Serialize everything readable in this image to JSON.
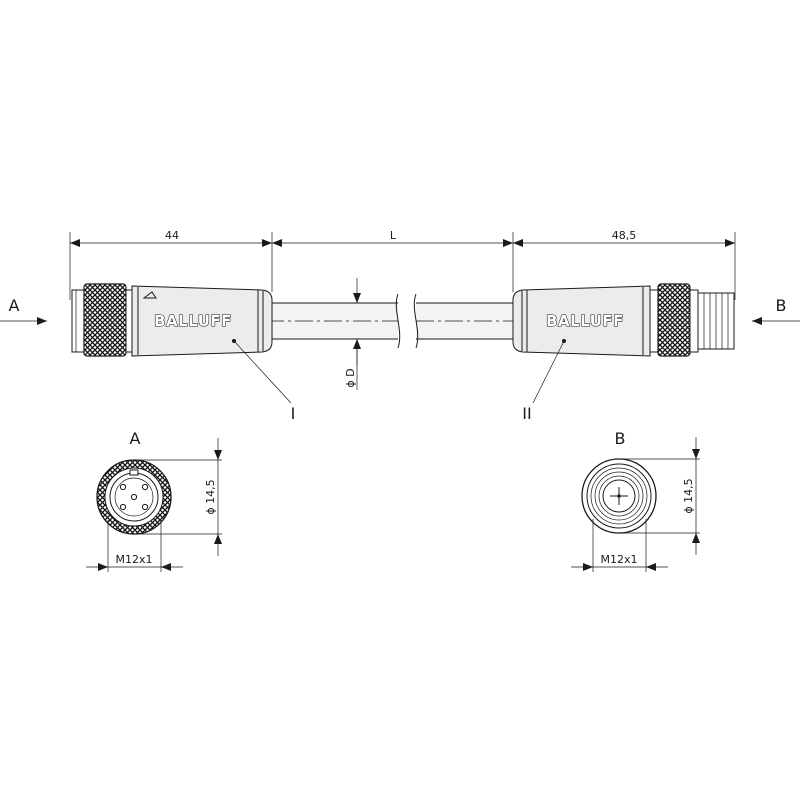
{
  "dimensions": {
    "left_length": "44",
    "cable_length": "L",
    "right_length": "48,5",
    "cable_diameter": "ϕ D",
    "diameter_a": "ϕ 14,5",
    "diameter_b": "ϕ 14,5",
    "thread_a": "M12x1",
    "thread_b": "M12x1"
  },
  "views": {
    "arrow_a": "A",
    "arrow_b": "B",
    "end_view_a": "A",
    "end_view_b": "B"
  },
  "callouts": {
    "left": "I",
    "right": "II"
  },
  "branding": {
    "left_logo": "BALLUFF",
    "right_logo": "BALLUFF"
  }
}
